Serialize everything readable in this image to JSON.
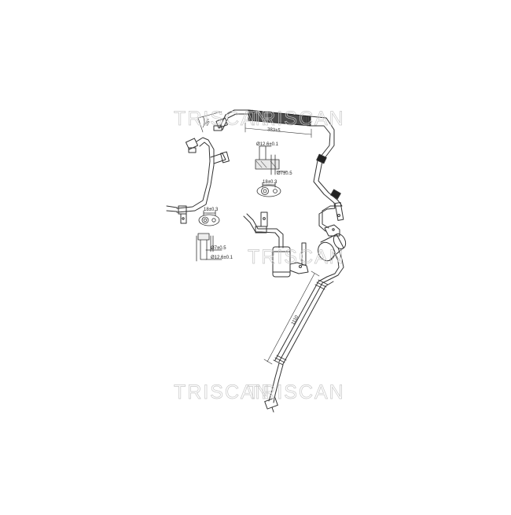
{
  "drawing": {
    "subject": "A/C hose assembly technical drawing",
    "background_color": "#ffffff",
    "line_color": "#333333",
    "hose_fill_color": "#555555",
    "watermark_color": "#c8c8c8"
  },
  "watermarks": [
    {
      "text": "TRISCAN",
      "position": "top-left"
    },
    {
      "text": "TRISCAN",
      "position": "top-right"
    },
    {
      "text": "TRISCAN",
      "position": "middle-right"
    },
    {
      "text": "TRISCAN",
      "position": "bottom-left"
    },
    {
      "text": "TRISCAN",
      "position": "bottom-right"
    }
  ],
  "dimensions": {
    "upper_hose_length": "383±5",
    "lower_pipe_length": "1110",
    "bend_angle": "26°",
    "fitting_top": {
      "outer_diameter": "Ø12.6±0.1",
      "inner_diameter": "Ø7±0.5",
      "flange_spacing": "18±0.3"
    },
    "fitting_side": {
      "flange_spacing": "18±0.3",
      "inner_diameter": "Ø7±0.5",
      "outer_diameter": "Ø12.6±0.1"
    }
  }
}
